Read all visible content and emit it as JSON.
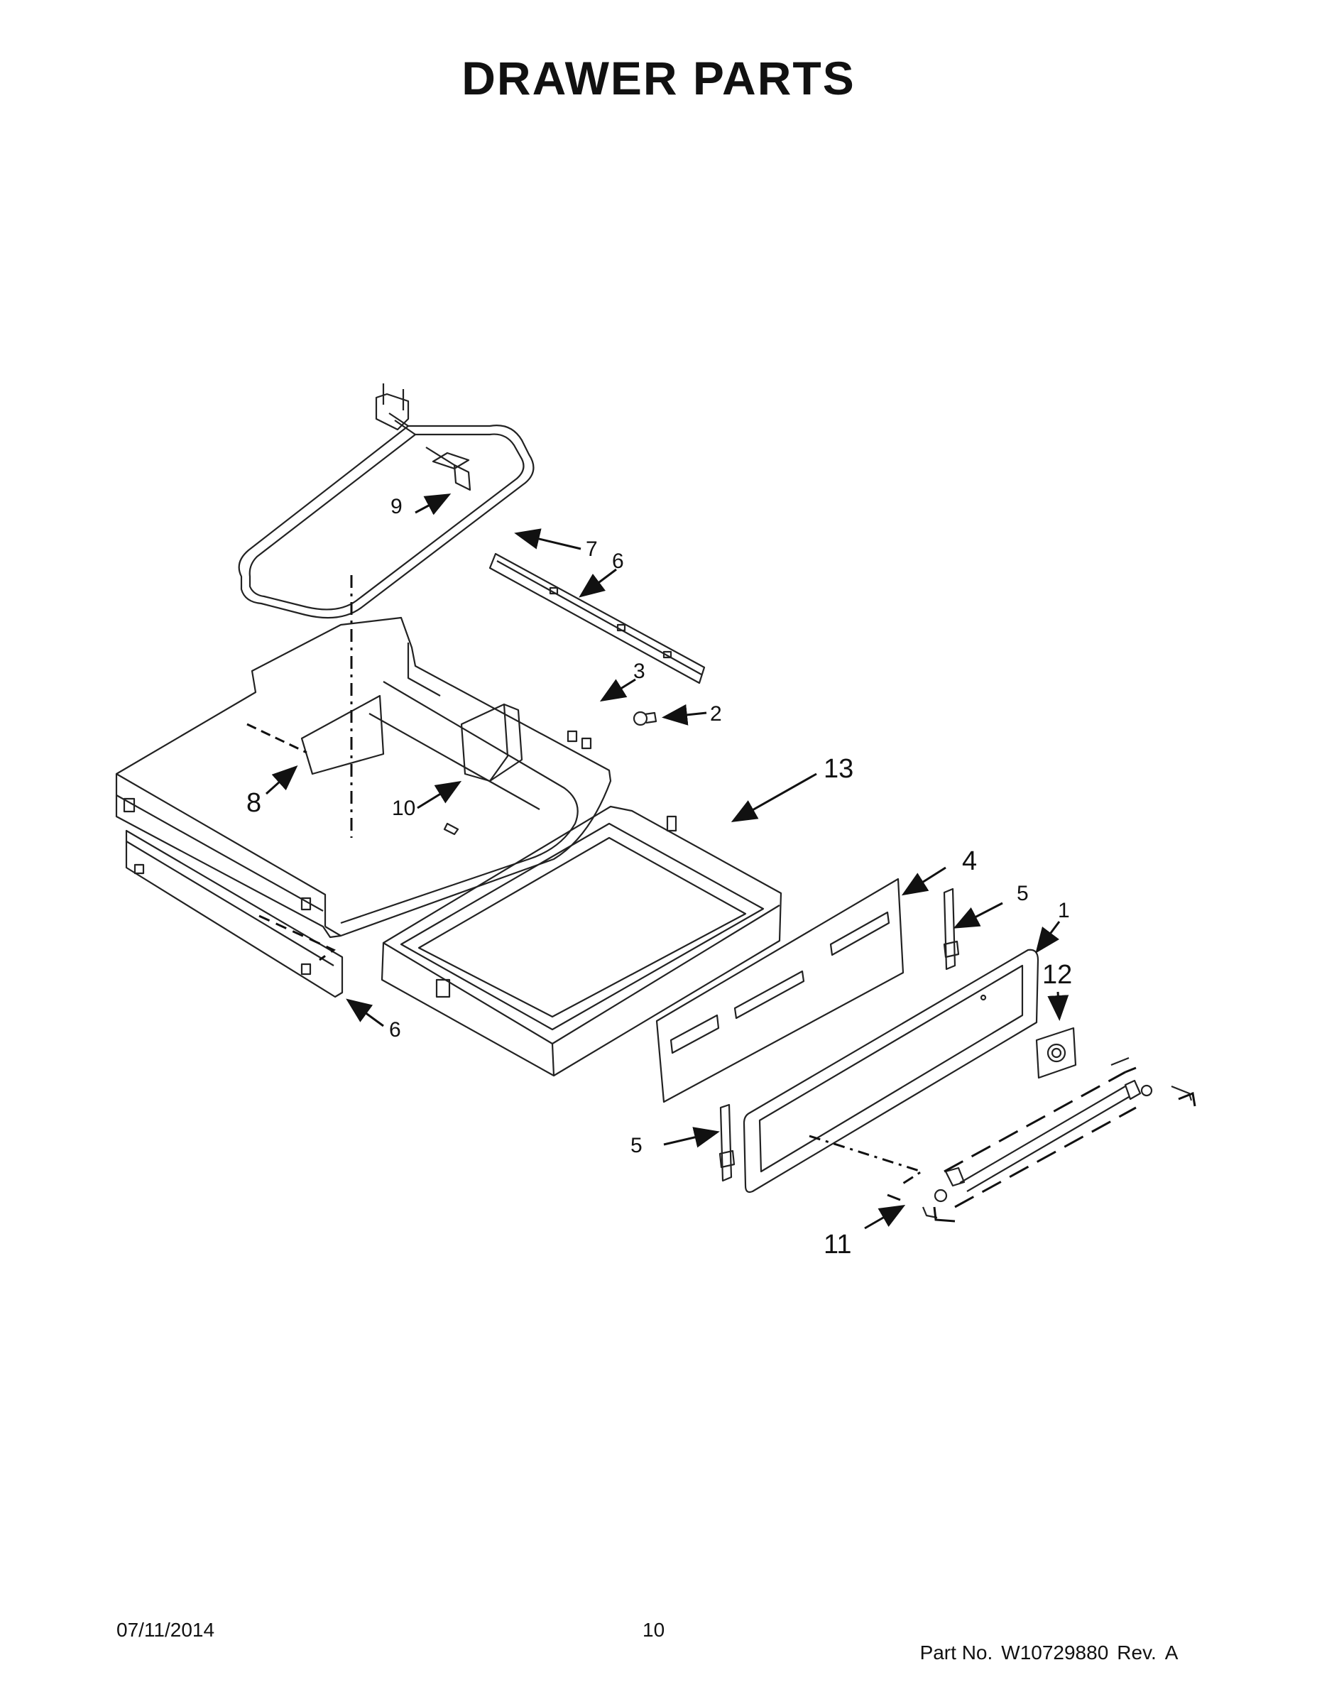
{
  "page_title": "DRAWER PARTS",
  "callouts": {
    "c1": "1",
    "c2": "2",
    "c3": "3",
    "c4": "4",
    "c5a": "5",
    "c5b": "5",
    "c6a": "6",
    "c6b": "6",
    "c7": "7",
    "c8": "8",
    "c9": "9",
    "c10": "10",
    "c11": "11",
    "c12": "12",
    "c13": "13"
  },
  "footer": {
    "date": "07/11/2014",
    "page_number": "10",
    "part_label": "Part No.",
    "part_number": "W10729880",
    "rev_label": "Rev.",
    "rev_value": "A"
  }
}
